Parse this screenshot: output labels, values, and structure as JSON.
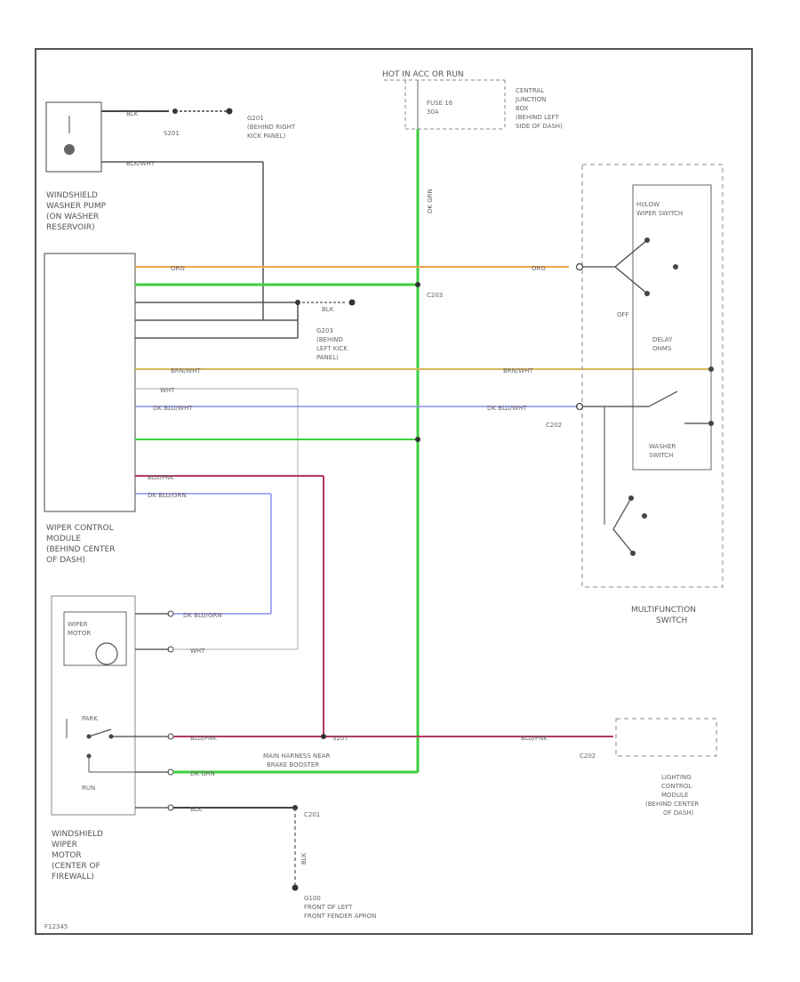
{
  "colors": {
    "green": "#3ccf3c",
    "orange": "#f5a34a",
    "tan": "#d9b85a",
    "blue": "#8a8ef0",
    "maroon": "#b23a5a",
    "dark": "#444444",
    "gray": "#888888"
  },
  "blocks": {
    "hot_supply": "HOT IN ACC OR RUN",
    "central_junction": [
      "CENTRAL",
      "JUNCTION",
      "BOX",
      "(BEHIND LEFT",
      "SIDE OF DASH)"
    ],
    "fuse": [
      "FUSE 16",
      "30A"
    ],
    "washer_pump": [
      "WINDSHIELD",
      "WASHER PUMP",
      "(ON WASHER",
      "RESERVOIR)"
    ],
    "g201_top": "S201",
    "g201_ground": [
      "G201",
      "(BEHIND RIGHT",
      "KICK PANEL)"
    ],
    "g203": [
      "G203",
      "(BEHIND",
      "LEFT KICK",
      "PANEL)"
    ],
    "c203": "C203",
    "c202": "C202",
    "wiper_module": [
      "WIPER CONTROL",
      "MODULE",
      "(BEHIND CENTER",
      "OF DASH)"
    ],
    "multifunction_switch": [
      "MULTIFUNCTION",
      "SWITCH"
    ],
    "washer_switch": [
      "WASHER",
      "SWITCH"
    ],
    "hi_low": [
      "HI/LOW",
      "WIPER SWITCH"
    ],
    "delay": [
      "DELAY",
      "OHMS"
    ],
    "off_label": "OFF",
    "wiper_motor": [
      "WIPER",
      "MOTOR"
    ],
    "park": "PARK",
    "run": "RUN",
    "ws_motor": [
      "WINDSHIELD",
      "WIPER",
      "MOTOR",
      "(CENTER OF",
      "FIREWALL)"
    ],
    "s207": "S207",
    "harness_note": [
      "MAIN HARNESS NEAR",
      "BRAKE BOOSTER"
    ],
    "c201": "C201",
    "lighting_module": [
      "LIGHTING",
      "CONTROL",
      "MODULE",
      "(BEHIND CENTER",
      "OF DASH)"
    ],
    "g100": [
      "G100",
      "FRONT OF LEFT",
      "FRONT FENDER APRON"
    ],
    "figure_id": "F12345"
  },
  "wires": {
    "orange_label": "ORG",
    "green_label": "DK GRN",
    "tan_label": "BRN/WHT",
    "blue_label": "DK BLU/WHT",
    "maroon_label": "BLU/PNK",
    "blk": "BLK",
    "blk_wht": "BLK/WHT",
    "wht": "WHT",
    "dkblu_grn": "DK BLU/GRN"
  }
}
